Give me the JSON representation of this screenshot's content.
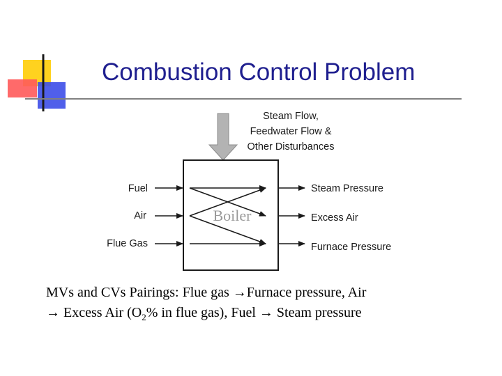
{
  "slide": {
    "title": "Combustion Control Problem",
    "colors": {
      "title": "#1f1f8f",
      "logo_yellow": "#ffd21f",
      "logo_red": "#ff5a5a",
      "logo_blue": "#3d4ee8",
      "disturbance_arrow": "#b3b3b3"
    }
  },
  "diagram": {
    "disturbance": {
      "lines": [
        "Steam Flow,",
        "Feedwater Flow &",
        "Other Disturbances"
      ]
    },
    "block_label": "Boiler",
    "inputs": [
      "Fuel",
      "Air",
      "Flue Gas"
    ],
    "outputs": [
      "Steam Pressure",
      "Excess Air",
      "Furnace Pressure"
    ]
  },
  "caption": {
    "line1": "MVs and CVs Pairings:  Flue gas →Furnace pressure,  Air",
    "line2_a": "→ Excess Air (O",
    "line2_sub": "2",
    "line2_b": "% in flue gas),   Fuel → Steam pressure"
  }
}
